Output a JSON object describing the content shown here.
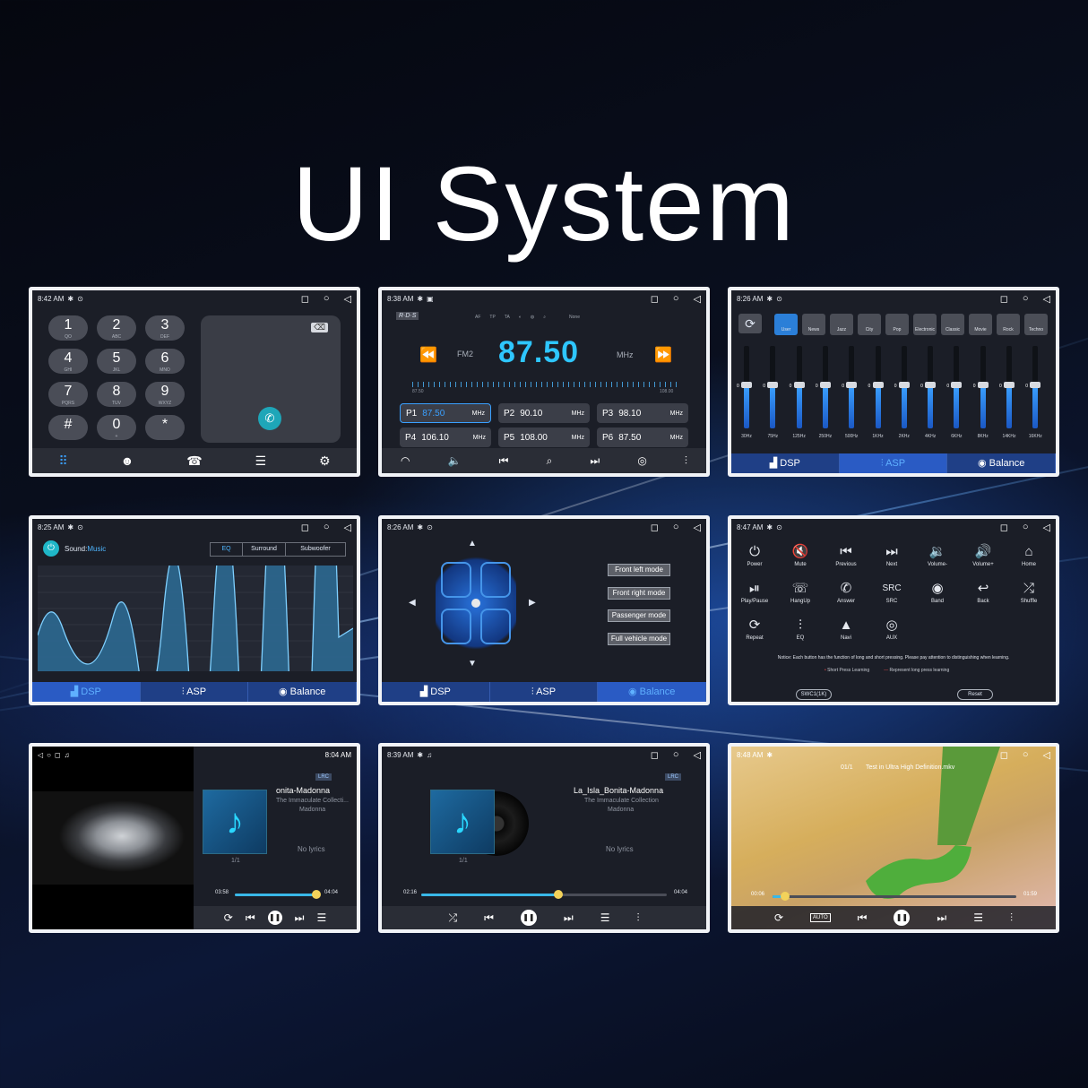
{
  "page": {
    "title": "UI System"
  },
  "nav_icons": {
    "square": "◻",
    "circle": "○",
    "back": "◁"
  },
  "phone": {
    "time": "8:42 AM",
    "keys": [
      {
        "d": "1",
        "l": "QO"
      },
      {
        "d": "2",
        "l": "ABC"
      },
      {
        "d": "3",
        "l": "DEF"
      },
      {
        "d": "4",
        "l": "GHI"
      },
      {
        "d": "5",
        "l": "JKL"
      },
      {
        "d": "6",
        "l": "MNO"
      },
      {
        "d": "7",
        "l": "PQRS"
      },
      {
        "d": "8",
        "l": "TUV"
      },
      {
        "d": "9",
        "l": "WXYZ"
      },
      {
        "d": "#",
        "l": ""
      },
      {
        "d": "0",
        "l": "+"
      },
      {
        "d": "*",
        "l": ""
      }
    ],
    "tabs": [
      "dialpad-icon",
      "contacts-icon",
      "call-log-icon",
      "messages-icon",
      "settings-icon"
    ]
  },
  "radio": {
    "time": "8:38 AM",
    "rds": "R·D·S",
    "flags": [
      "AF",
      "TP",
      "TA"
    ],
    "none": "None",
    "band": "FM2",
    "freq": "87.50",
    "unit": "MHz",
    "min": "87.50",
    "max": "108.00",
    "presets": [
      {
        "p": "P1",
        "f": "87.50"
      },
      {
        "p": "P2",
        "f": "90.10"
      },
      {
        "p": "P3",
        "f": "98.10"
      },
      {
        "p": "P4",
        "f": "106.10"
      },
      {
        "p": "P5",
        "f": "108.00"
      },
      {
        "p": "P6",
        "f": "87.50"
      }
    ],
    "preset_unit": "MHz"
  },
  "eq": {
    "time": "8:26 AM",
    "presets": [
      "User",
      "News",
      "Jazz",
      "City",
      "Pop",
      "Electronic",
      "Classic",
      "Movie",
      "Rock",
      "Techno"
    ],
    "freqs": [
      "30Hz",
      "75Hz",
      "125Hz",
      "250Hz",
      "500Hz",
      "1KHz",
      "2KHz",
      "4KHz",
      "6KHz",
      "8KHz",
      "14KHz",
      "16KHz"
    ],
    "zero": "0",
    "tabs": [
      "DSP",
      "ASP",
      "Balance"
    ]
  },
  "sound": {
    "time": "8:25 AM",
    "label": "Sound:",
    "mode": "Music",
    "tabs": [
      "EQ",
      "Surround",
      "Subwoofer"
    ],
    "bottom_tabs": [
      "DSP",
      "ASP",
      "Balance"
    ]
  },
  "balance": {
    "time": "8:26 AM",
    "modes": [
      "Front left mode",
      "Front right mode",
      "Passenger mode",
      "Full vehicle mode"
    ],
    "bottom_tabs": [
      "DSP",
      "ASP",
      "Balance"
    ]
  },
  "swc": {
    "time": "8:47 AM",
    "buttons": [
      {
        "i": "⏻",
        "l": "Power"
      },
      {
        "i": "🔇",
        "l": "Mute"
      },
      {
        "i": "⏮",
        "l": "Previous"
      },
      {
        "i": "⏭",
        "l": "Next"
      },
      {
        "i": "🔉",
        "l": "Volume-"
      },
      {
        "i": "🔊",
        "l": "Volume+"
      },
      {
        "i": "⌂",
        "l": "Home"
      },
      {
        "i": "⏯",
        "l": "Play/Pause"
      },
      {
        "i": "☏",
        "l": "HangUp"
      },
      {
        "i": "✆",
        "l": "Answer"
      },
      {
        "i": "SRC",
        "l": "SRC"
      },
      {
        "i": "◉",
        "l": "Band"
      },
      {
        "i": "↩",
        "l": "Back"
      },
      {
        "i": "⤮",
        "l": "Shuffle"
      },
      {
        "i": "⟳",
        "l": "Repeat"
      },
      {
        "i": "⫶",
        "l": "EQ"
      },
      {
        "i": "▲",
        "l": "Navi"
      },
      {
        "i": "◎",
        "l": "AUX"
      }
    ],
    "notice": "Notice: Each button has the function of long and short pressing. Please pay attention to distinguishing when learning.",
    "short_label": "Short Press Learning",
    "long_label": "Represent long press learning",
    "swc_label": "SWC1(1K)",
    "reset_label": "Reset"
  },
  "music1": {
    "time": "8:04 AM",
    "lrc": "LRC",
    "title": "onita-Madonna",
    "album": "The Immaculate Collecti...",
    "artist": "Madonna",
    "nolyrics": "No lyrics",
    "count": "1/1",
    "elapsed": "03:58",
    "total": "04:04",
    "progress": 0.97
  },
  "music2": {
    "time": "8:39 AM",
    "lrc": "LRC",
    "title": "La_Isla_Bonita-Madonna",
    "album": "The Immaculate Collection",
    "artist": "Madonna",
    "nolyrics": "No lyrics",
    "count": "1/1",
    "elapsed": "02:16",
    "total": "04:04",
    "progress": 0.56
  },
  "video": {
    "time": "8:48 AM",
    "count": "01/1",
    "file": "Test in Ultra High Definition.mkv",
    "elapsed": "00:06",
    "total": "01:59",
    "progress": 0.05,
    "auto": "AUTO"
  }
}
